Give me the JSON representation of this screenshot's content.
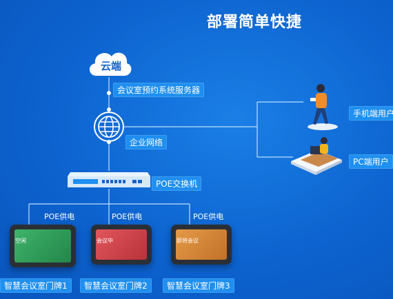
{
  "title": "部署简单快捷",
  "cloud": {
    "label": "云端"
  },
  "server": {
    "label": "会议室预约系统服务器"
  },
  "network": {
    "label": "企业网络"
  },
  "switch": {
    "label": "POE交换机"
  },
  "users": {
    "mobile": "手机端用户",
    "pc": "PC端用户"
  },
  "poe_labels": [
    "POE供电",
    "POE供电",
    "POE供电"
  ],
  "tablets": [
    {
      "label": "智慧会议室门牌1",
      "status": "空闲",
      "color": "#2f9e54"
    },
    {
      "label": "智慧会议室门牌2",
      "status": "会议中",
      "color": "#d9444b"
    },
    {
      "label": "智慧会议室门牌3",
      "status": "即将会议",
      "color": "#d98a35"
    }
  ],
  "colors": {
    "background": "#0d63cf",
    "tag": "#1f8ff0",
    "line": "#bfe0ff"
  }
}
